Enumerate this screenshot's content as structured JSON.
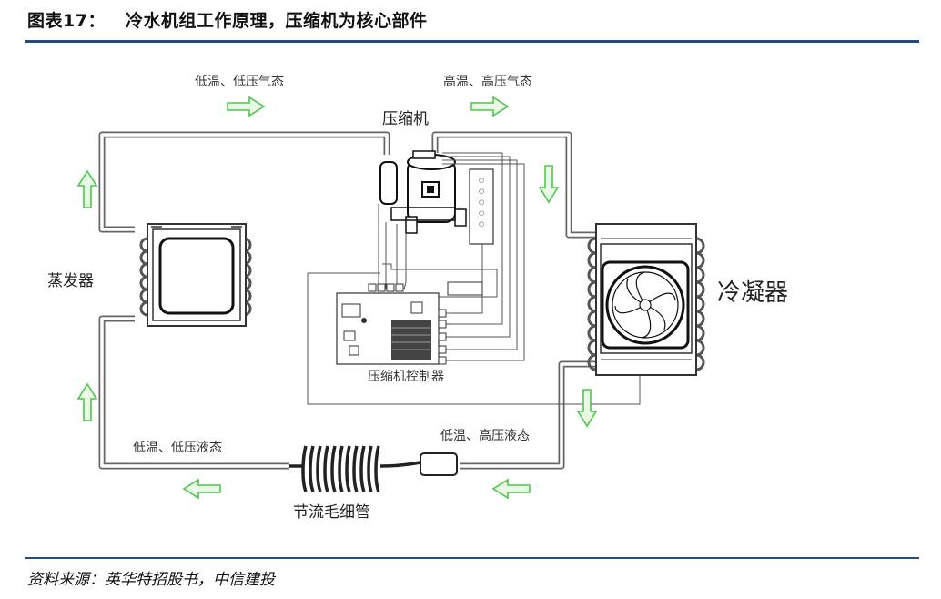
{
  "figure": {
    "number": "图表17：",
    "title": "冷水机组工作原理，压缩机为核心部件"
  },
  "labels": {
    "evaporator": "蒸发器",
    "condenser": "冷凝器",
    "compressor": "压缩机",
    "compressor_controller": "压缩机控制器",
    "capillary": "节流毛细管",
    "low_temp_low_pressure_gas": "低温、低压气态",
    "high_temp_high_pressure_gas": "高温、高压气态",
    "low_temp_high_pressure_liquid": "低温、高压液态",
    "low_temp_low_pressure_liquid": "低温、低压液态"
  },
  "source": "资料来源：英华特招股书，中信建投",
  "colors": {
    "rule": "#1f4e79",
    "arrow_fill": "#e9f9e6",
    "arrow_stroke": "#4cc94c",
    "pipe": "#666666"
  }
}
